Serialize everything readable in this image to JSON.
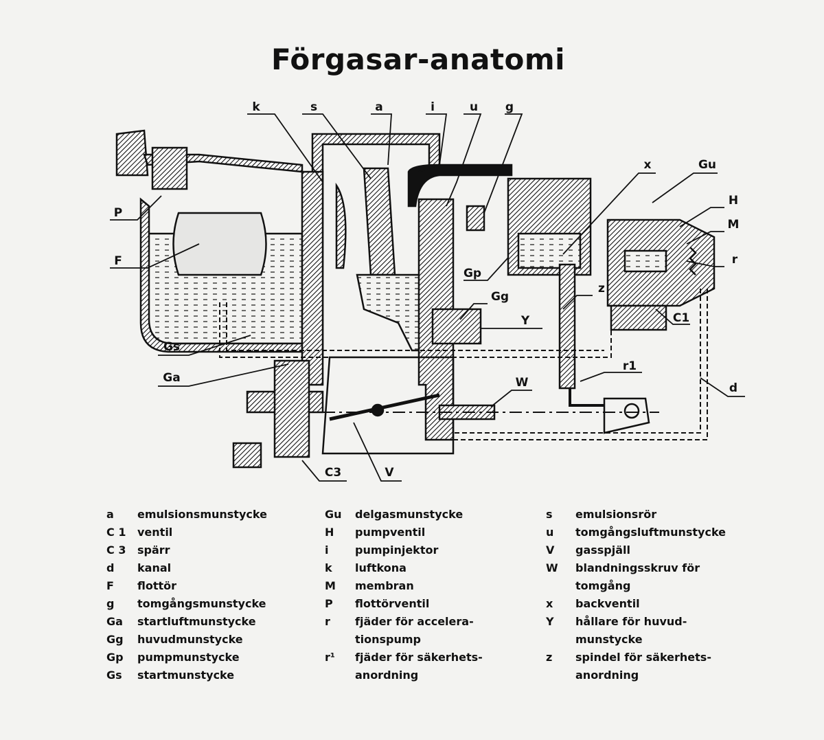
{
  "title": "Förgasar-anatomi",
  "diagram_labels": {
    "k": "k",
    "s": "s",
    "a": "a",
    "i": "i",
    "u": "u",
    "g": "g",
    "x": "x",
    "Gu": "Gu",
    "H": "H",
    "M": "M",
    "r": "r",
    "P": "P",
    "F": "F",
    "Gp": "Gp",
    "Gg": "Gg",
    "Y": "Y",
    "z": "z",
    "Gs": "Gs",
    "Ga": "Ga",
    "C1": "C1",
    "r1": "r1",
    "d": "d",
    "W": "W",
    "C3": "C3",
    "V": "V"
  },
  "legend": [
    [
      {
        "key": "a",
        "lines": [
          "emulsionsmunstycke"
        ]
      },
      {
        "key": "C 1",
        "lines": [
          "ventil"
        ]
      },
      {
        "key": "C 3",
        "lines": [
          "spärr"
        ]
      },
      {
        "key": "d",
        "lines": [
          "kanal"
        ]
      },
      {
        "key": "F",
        "lines": [
          "flottör"
        ]
      },
      {
        "key": "g",
        "lines": [
          "tomgångsmunstycke"
        ]
      },
      {
        "key": "Ga",
        "lines": [
          "startluftmunstycke"
        ]
      },
      {
        "key": "Gg",
        "lines": [
          "huvudmunstycke"
        ]
      },
      {
        "key": "Gp",
        "lines": [
          "pumpmunstycke"
        ]
      },
      {
        "key": "Gs",
        "lines": [
          "startmunstycke"
        ]
      }
    ],
    [
      {
        "key": "Gu",
        "lines": [
          "delgasmunstycke"
        ]
      },
      {
        "key": "H",
        "lines": [
          "pumpventil"
        ]
      },
      {
        "key": "i",
        "lines": [
          "pumpinjektor"
        ]
      },
      {
        "key": "k",
        "lines": [
          "luftkona"
        ]
      },
      {
        "key": "M",
        "lines": [
          "membran"
        ]
      },
      {
        "key": "P",
        "lines": [
          "flottörventil"
        ]
      },
      {
        "key": "r",
        "lines": [
          "fjäder för accelera-",
          "tionspump"
        ]
      },
      {
        "key": "r¹",
        "lines": [
          "fjäder för säkerhets-",
          "anordning"
        ]
      }
    ],
    [
      {
        "key": "s",
        "lines": [
          "emulsionsrör"
        ]
      },
      {
        "key": "u",
        "lines": [
          "tomgångsluftmunstycke"
        ]
      },
      {
        "key": "V",
        "lines": [
          "gasspjäll"
        ]
      },
      {
        "key": "W",
        "lines": [
          "blandningsskruv för",
          "tomgång"
        ]
      },
      {
        "key": "x",
        "lines": [
          "backventil"
        ]
      },
      {
        "key": "Y",
        "lines": [
          "hållare för huvud-",
          "munstycke"
        ]
      },
      {
        "key": "z",
        "lines": [
          "spindel för säkerhets-",
          "anordning"
        ]
      }
    ]
  ]
}
